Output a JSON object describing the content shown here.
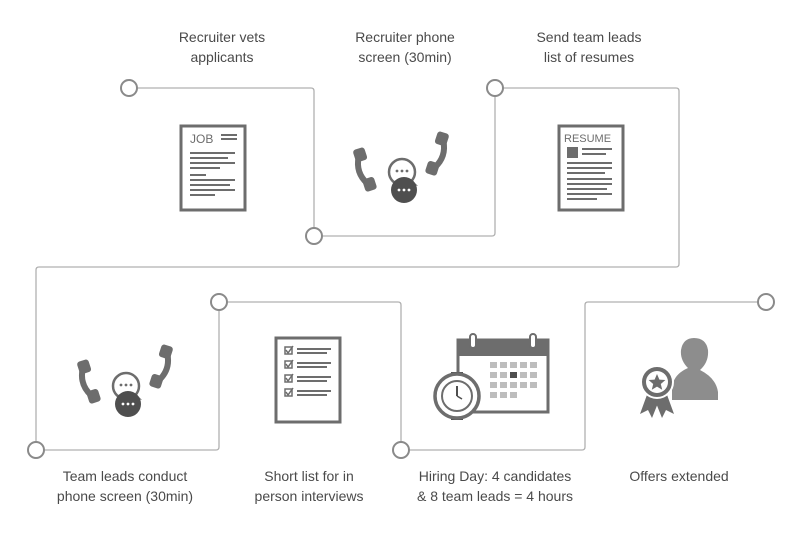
{
  "steps": [
    {
      "line1": "Recruiter vets",
      "line2": "applicants",
      "icon": "job-document-icon"
    },
    {
      "line1": "Recruiter phone",
      "line2": "screen (30min)",
      "icon": "phone-call-icon"
    },
    {
      "line1": "Send team leads",
      "line2": "list of resumes",
      "icon": "resume-document-icon"
    },
    {
      "line1": "Team leads conduct",
      "line2": "phone screen (30min)",
      "icon": "phone-call-icon"
    },
    {
      "line1": "Short list for in",
      "line2": "person interviews",
      "icon": "checklist-icon"
    },
    {
      "line1": "Hiring Day: 4 candidates",
      "line2": "& 8 team leads = 4 hours",
      "icon": "calendar-clock-icon"
    },
    {
      "line1": "Offers extended",
      "line2": "",
      "icon": "award-person-icon"
    }
  ],
  "icons": {
    "job_text": "JOB",
    "resume_text": "RESUME"
  },
  "colors": {
    "icon": "#6d6d6d",
    "icon_dark": "#4f4f4f",
    "line": "#b0b0b0",
    "node": "#8a8a8a",
    "text": "#4a4a4a"
  }
}
